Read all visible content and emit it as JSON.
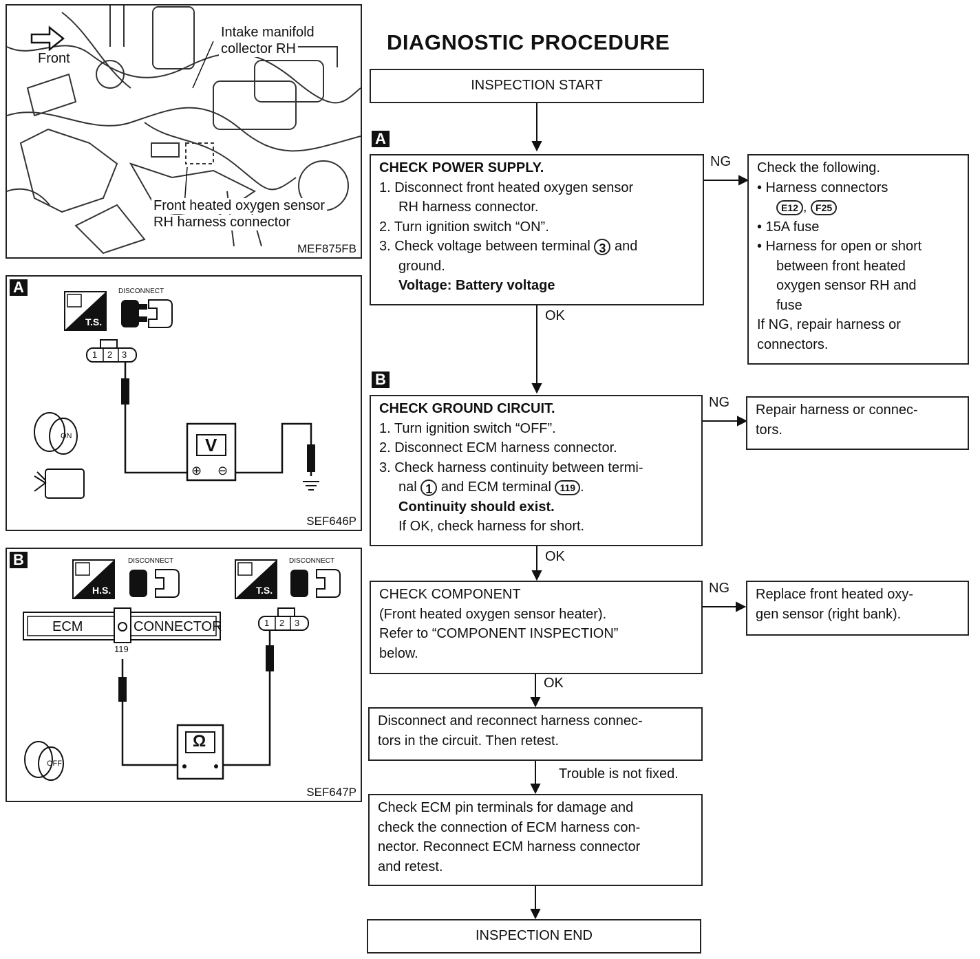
{
  "title": "DIAGNOSTIC PROCEDURE",
  "figures": {
    "engine": {
      "label_front": "Front",
      "label_intake": "Intake manifold",
      "label_intake2": "collector RH",
      "label_sensor": "Front heated oxygen sensor",
      "label_sensor2": "RH harness connector",
      "id": "MEF875FB"
    },
    "a": {
      "badge": "A",
      "disconnect": "DISCONNECT",
      "ts": "T.S.",
      "pins": [
        "1",
        "2",
        "3"
      ],
      "meter": "V",
      "plus": "⊕",
      "minus": "⊖",
      "key": "ON",
      "id": "SEF646P"
    },
    "b": {
      "badge": "B",
      "disconnect1": "DISCONNECT",
      "disconnect2": "DISCONNECT",
      "hs": "H.S.",
      "ts": "T.S.",
      "ecm": "ECM",
      "connector": "CONNECTOR",
      "terminal": "119",
      "pins": [
        "1",
        "2",
        "3"
      ],
      "meter": "Ω",
      "key": "OFF",
      "id": "SEF647P"
    }
  },
  "flow": {
    "start": "INSPECTION START",
    "end": "INSPECTION END",
    "badge_a": "A",
    "badge_b": "B",
    "step_a": {
      "heading": "CHECK POWER SUPPLY.",
      "l1": "1. Disconnect front heated oxygen sensor",
      "l1b": "RH harness connector.",
      "l2": "2. Turn ignition switch “ON”.",
      "l3a": "3. Check voltage between terminal",
      "l3_term": "3",
      "l3b": "and",
      "l3c": "ground.",
      "spec": "Voltage: Battery voltage"
    },
    "ng_a": {
      "l0": "Check the following.",
      "b1": "• Harness connectors",
      "c1": "E12",
      "sep": ",",
      "c2": "F25",
      "b2": "• 15A fuse",
      "b3": "• Harness for open or short",
      "b3b": "between front heated",
      "b3c": "oxygen sensor RH and",
      "b3d": "fuse",
      "l5": "If NG, repair harness or",
      "l5b": "connectors."
    },
    "step_b": {
      "heading": "CHECK GROUND CIRCUIT.",
      "l1": "1. Turn ignition switch “OFF”.",
      "l2": "2. Disconnect ECM harness connector.",
      "l3": "3. Check harness continuity between termi-",
      "l3b": "nal",
      "t1": "1",
      "l3c": "and ECM terminal",
      "t2": "119",
      "l3d": ".",
      "spec": "Continuity should exist.",
      "note": "If OK, check harness for short."
    },
    "ng_b": "Repair harness or connec-tors.",
    "ng_b1": "Repair harness or connec-",
    "ng_b2": "tors.",
    "step_c": {
      "l1": "CHECK COMPONENT",
      "l2": "(Front heated oxygen sensor heater).",
      "l3": "Refer to “COMPONENT INSPECTION”",
      "l4": "below."
    },
    "ng_c1": "Replace front heated oxy-",
    "ng_c2": "gen sensor (right bank).",
    "step_d1": "Disconnect and reconnect harness connec-",
    "step_d2": "tors in the circuit. Then retest.",
    "step_e1": "Check ECM pin terminals for damage and",
    "step_e2": "check the connection of ECM harness con-",
    "step_e3": "nector. Reconnect ECM harness connector",
    "step_e4": "and retest.",
    "ng": "NG",
    "ok": "OK",
    "not_fixed": "Trouble is not fixed."
  }
}
